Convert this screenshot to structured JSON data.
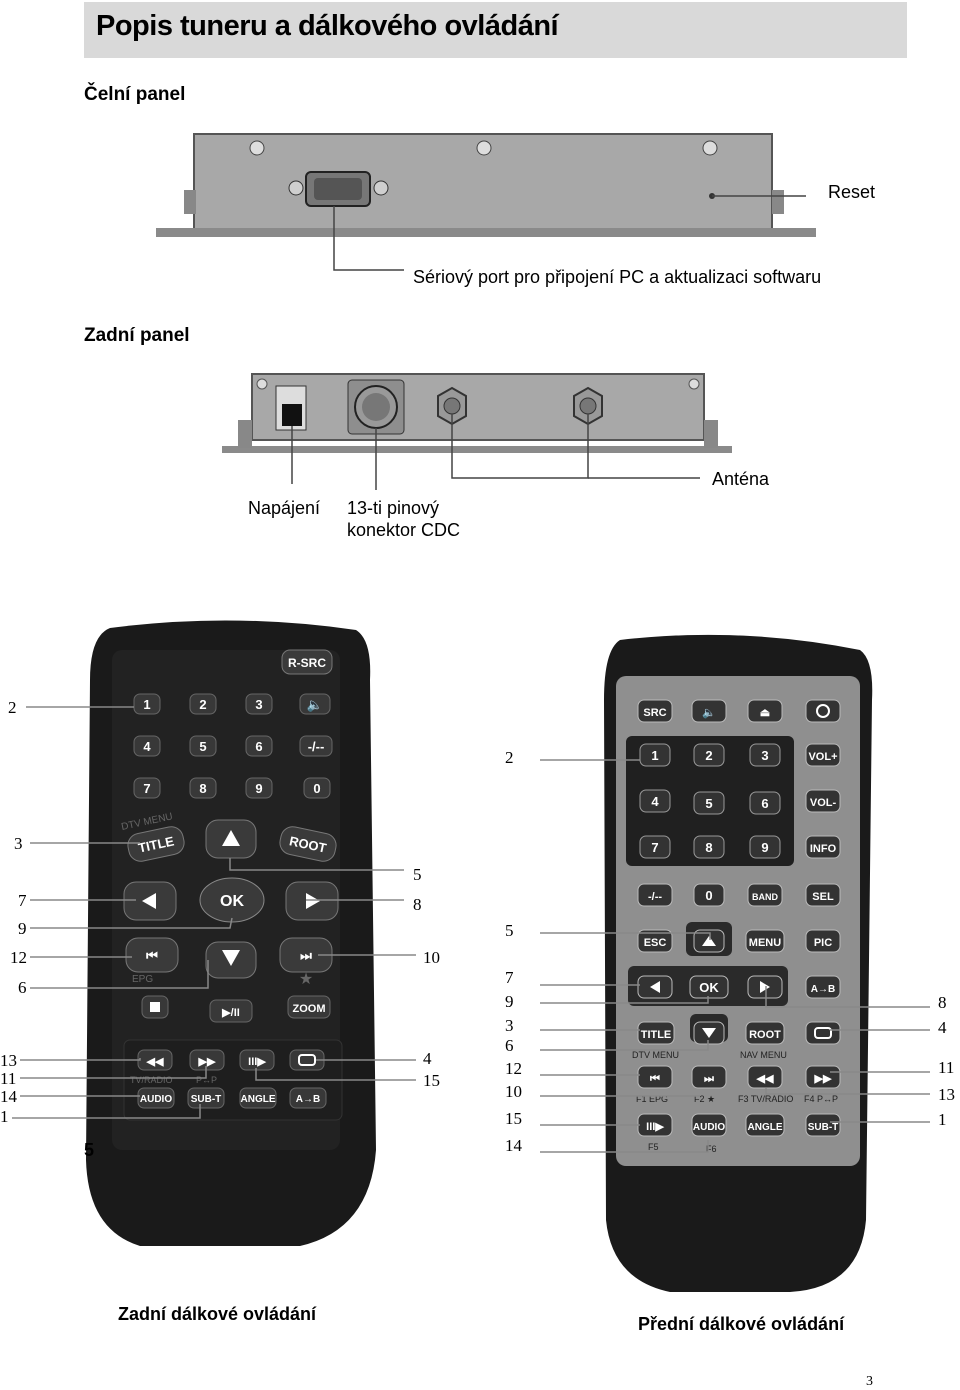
{
  "page": {
    "title": "Popis tuneru a dálkového ovládání",
    "page_number": "3"
  },
  "front_panel": {
    "heading": "Čelní panel",
    "reset_label": "Reset",
    "serial_label": "Sériový port pro připojení PC a aktualizaci softwaru"
  },
  "rear_panel": {
    "heading": "Zadní panel",
    "power_label": "Napájení",
    "cdc_label_line1": "13-ti pinový",
    "cdc_label_line2": "konektor CDC",
    "antenna_label": "Anténa"
  },
  "rear_remote": {
    "caption": "Zadní dálkové ovládání",
    "bottom_mark": "5",
    "top_button": "R-SRC",
    "keypad": [
      "1",
      "2",
      "3",
      "4",
      "5",
      "6",
      "7",
      "8",
      "9",
      "-/--",
      "0"
    ],
    "nav_buttons": [
      "TITLE",
      "ROOT",
      "OK",
      "ZOOM",
      "AUDIO",
      "SUB-T",
      "ANGLE",
      "A↔B"
    ],
    "print_labels": [
      "DTV MENU",
      "EPG",
      "TV/RADIO",
      "P↔P"
    ],
    "left_callouts": [
      "2",
      "3",
      "7",
      "9",
      "12",
      "6",
      "13",
      "11",
      "14",
      "1"
    ],
    "right_callouts": [
      "5",
      "8",
      "10",
      "4",
      "15"
    ]
  },
  "front_remote": {
    "caption": "Přední dálkové ovládání",
    "buttons": [
      "SRC",
      "1",
      "2",
      "3",
      "VOL+",
      "4",
      "5",
      "6",
      "VOL-",
      "7",
      "8",
      "9",
      "INFO",
      "-/--",
      "0",
      "BAND",
      "SEL",
      "ESC",
      "MENU",
      "PIC",
      "OK",
      "A↔B",
      "TITLE",
      "ROOT",
      "AUDIO",
      "ANGLE",
      "SUB-T"
    ],
    "print_labels": [
      "DTV MENU",
      "NAV MENU",
      "F1 EPG",
      "F2",
      "F3 TV/RADIO",
      "F4 P↔P",
      "F5",
      "F6"
    ],
    "left_callouts": [
      "2",
      "5",
      "7",
      "9",
      "3",
      "6",
      "12",
      "10",
      "15",
      "14"
    ],
    "right_callouts": [
      "8",
      "4",
      "11",
      "13",
      "1"
    ]
  }
}
